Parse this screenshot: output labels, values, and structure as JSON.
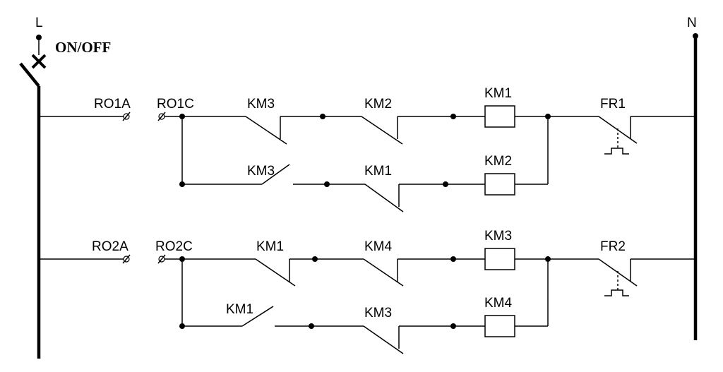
{
  "lines": {
    "left": "L",
    "right": "N"
  },
  "main_switch": {
    "label": "ON/OFF"
  },
  "terminals": {
    "ro1a": "RO1A",
    "ro1c": "RO1C",
    "ro2a": "RO2A",
    "ro2c": "RO2C"
  },
  "rung1": {
    "contact1": "KM3",
    "contact2": "KM2",
    "coil": "KM1",
    "overload": "FR1",
    "hold_contact": "KM3",
    "contact3": "KM1",
    "coil2": "KM2"
  },
  "rung2": {
    "contact1": "KM1",
    "contact2": "KM4",
    "coil": "KM3",
    "overload": "FR2",
    "hold_contact": "KM1",
    "contact3": "KM3",
    "coil2": "KM4"
  }
}
